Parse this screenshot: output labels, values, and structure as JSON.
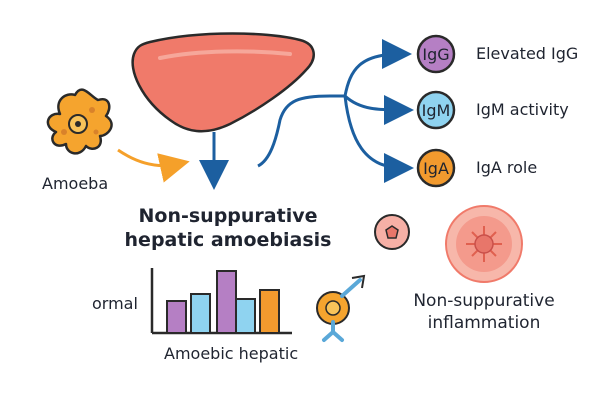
{
  "amoeba": {
    "label": "Amoeba"
  },
  "title": {
    "line1": "Non-suppurative",
    "line2": "hepatic amoebiasis"
  },
  "antibodies": [
    {
      "badge": "IgG",
      "label": "Elevated IgG",
      "color": "#b57fc4"
    },
    {
      "badge": "IgM",
      "label": "IgM activity",
      "color": "#8fd3f0"
    },
    {
      "badge": "IgA",
      "label": "IgA role",
      "color": "#f29a2e"
    }
  ],
  "inflammation": {
    "line1": "Non-suppurative",
    "line2": "inflammation"
  },
  "chart": {
    "ylabel": "ormal",
    "xlabel": "Amoebic hepatic",
    "bar_colors": [
      "#b57fc4",
      "#8fd3f0",
      "#b57fc4",
      "#8fd3f0",
      "#f29a2e"
    ]
  },
  "colors": {
    "liver": "#f07a6a",
    "arrow_blue": "#1c5fa0",
    "arrow_orange": "#f5a02a",
    "amoeba": "#f5a42e"
  }
}
